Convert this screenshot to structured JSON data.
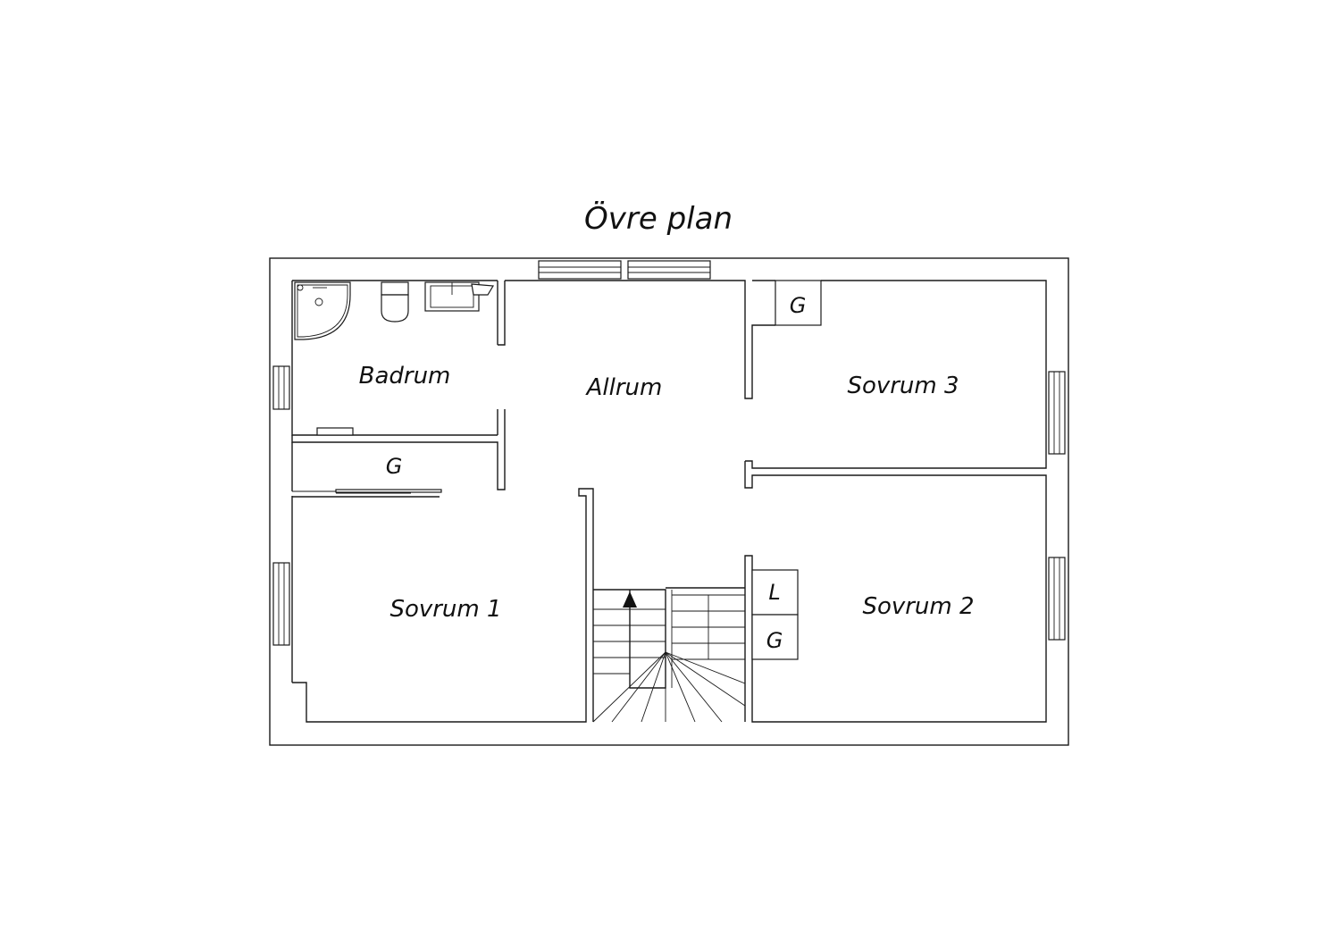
{
  "title": "Övre plan",
  "rooms": {
    "badrum": "Badrum",
    "allrum": "Allrum",
    "sovrum3": "Sovrum 3",
    "sovrum1": "Sovrum 1",
    "sovrum2": "Sovrum 2"
  },
  "closets": {
    "sovrum3_closet": "G",
    "hall_closet": "G",
    "linen_closet": "L",
    "sovrum2_closet": "G"
  },
  "colors": {
    "line": "#1a1a1a",
    "background": "#ffffff"
  }
}
